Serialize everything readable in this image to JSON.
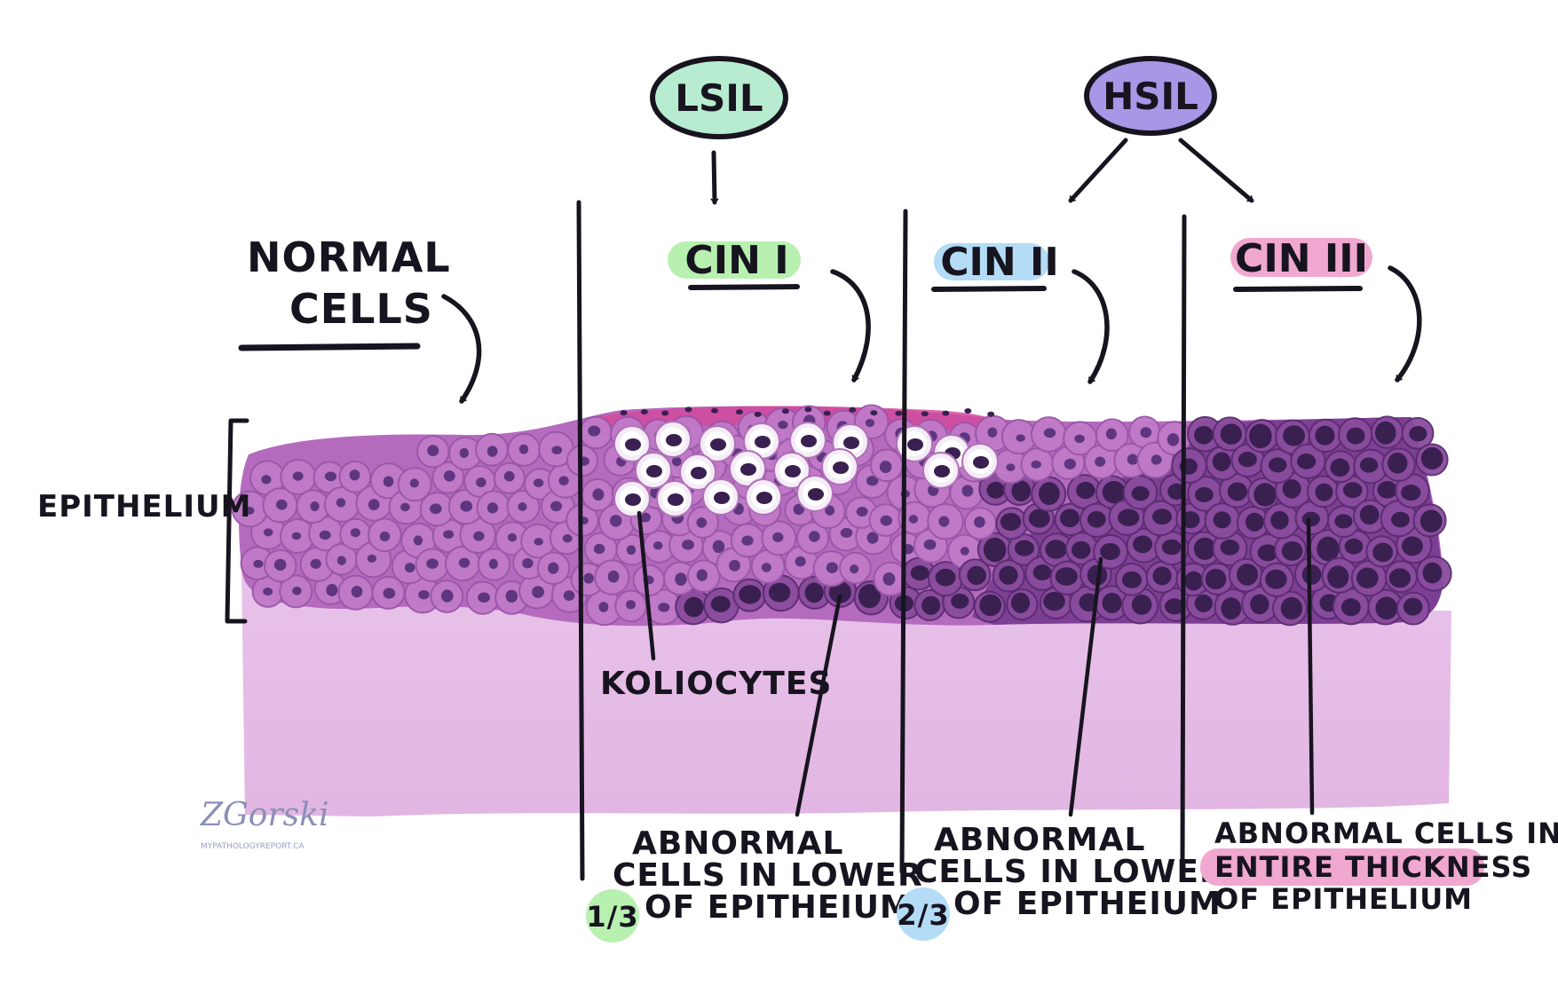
{
  "labels": {
    "normal_line1": "NORMAL",
    "normal_line2": "CELLS",
    "epithelium": "EPITHELIUM",
    "lsil": "LSIL",
    "hsil": "HSIL",
    "cin1": "CIN I",
    "cin2": "CIN II",
    "cin3": "CIN III",
    "koilocytes": "KOLIOCYTES",
    "cin1_desc_line1": "ABNORMAL",
    "cin1_desc_line2": "CELLS IN LOWER",
    "cin1_fraction": "1/3",
    "cin1_desc_line3": "OF EPITHEIUM",
    "cin2_desc_line1": "ABNORMAL",
    "cin2_desc_line2": "CELLS IN LOWER",
    "cin2_fraction": "2/3",
    "cin2_desc_line3": "OF EPITHEIUM",
    "cin3_desc_line1": "ABNORMAL CELLS IN",
    "cin3_desc_line2": "ENTIRE THICKNESS",
    "cin3_desc_line3": "OF EPITHELIUM",
    "signature": "ZGorski",
    "signature_url": "MYPATHOLOGYREPORT.CA"
  },
  "colors": {
    "lsil": "#b8ecd0",
    "hsil": "#a896e6",
    "cin1": "#b8f0b0",
    "cin2": "#b4dcf6",
    "cin3": "#f0a8d0",
    "cell_normal": "#c07ac8",
    "cell_dysplastic": "#8a4c9e",
    "nucleus_normal": "#5e3680",
    "nucleus_dark": "#3a2050",
    "stroma": "#e6bfe6",
    "ink": "#17141f"
  }
}
